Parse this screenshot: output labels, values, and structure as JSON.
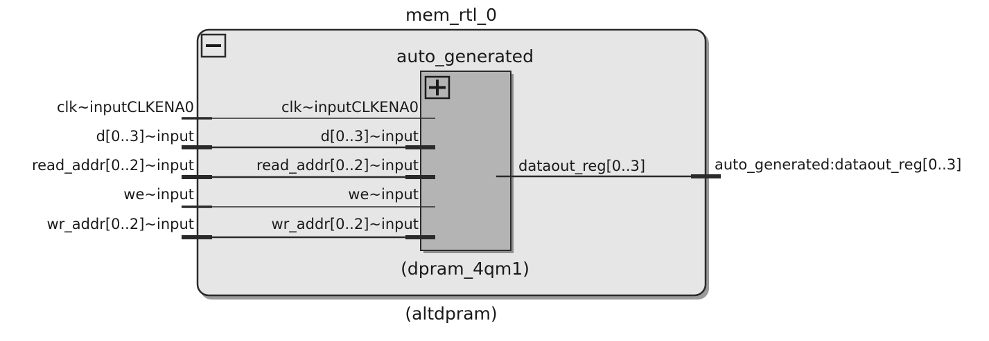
{
  "outer_block": {
    "instance_name": "mem_rtl_0",
    "entity_name": "(altdpram)",
    "collapse_button": "−"
  },
  "inner_block": {
    "instance_name": "auto_generated",
    "entity_name": "(dpram_4qm1)",
    "expand_button": "+"
  },
  "external_inputs": [
    {
      "label": "clk~inputCLKENA0",
      "bus": false
    },
    {
      "label": "d[0..3]~input",
      "bus": true
    },
    {
      "label": "read_addr[0..2]~input",
      "bus": true
    },
    {
      "label": "we~input",
      "bus": false
    },
    {
      "label": "wr_addr[0..2]~input",
      "bus": true
    }
  ],
  "inner_ports": [
    "clk~inputCLKENA0",
    "d[0..3]~input",
    "read_addr[0..2]~input",
    "we~input",
    "wr_addr[0..2]~input"
  ],
  "inner_output_port": "dataout_reg[0..3]",
  "external_output": "auto_generated:dataout_reg[0..3]",
  "colors": {
    "outer_fill": "#e6e6e6",
    "inner_fill": "#b4b4b4",
    "stroke": "#2a2a2a",
    "shadow": "#a8a8a8"
  }
}
